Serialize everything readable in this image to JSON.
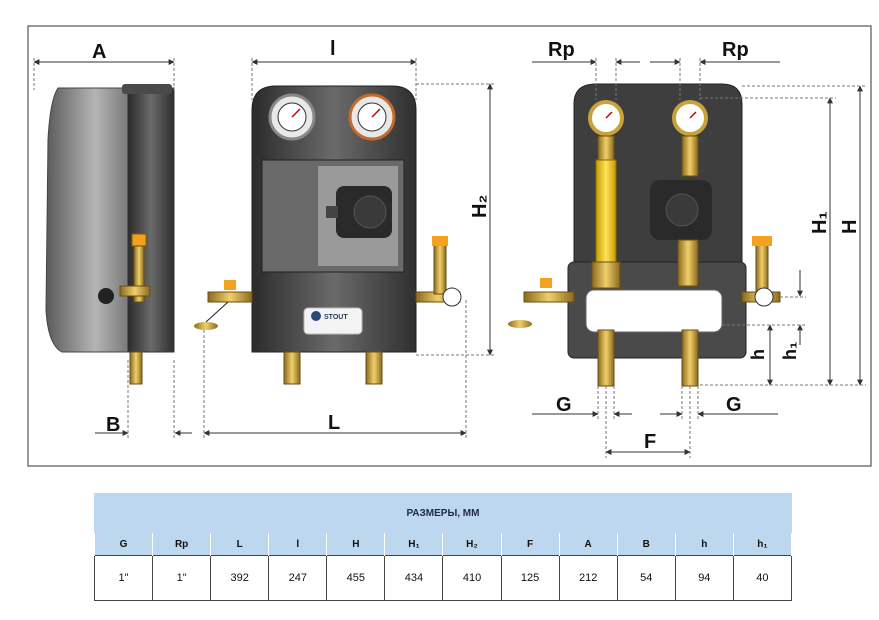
{
  "drawing": {
    "dimension_labels": {
      "A": "A",
      "l": "l",
      "Rp_left": "Rp",
      "Rp_right": "Rp",
      "H2": "H₂",
      "H1": "H₁",
      "H": "H",
      "h": "h",
      "h1": "h₁",
      "B": "B",
      "L": "L",
      "G_left": "G",
      "G_right": "G",
      "F": "F"
    },
    "brand_badge": "STOUT"
  },
  "table": {
    "caption": "РАЗМЕРЫ, ММ",
    "headers": [
      "G",
      "Rp",
      "L",
      "l",
      "H",
      "H₁",
      "H₂",
      "F",
      "A",
      "B",
      "h",
      "h₁"
    ],
    "values": [
      "1\"",
      "1\"",
      "392",
      "247",
      "455",
      "434",
      "410",
      "125",
      "212",
      "54",
      "94",
      "40"
    ]
  },
  "colors": {
    "frame": "#555555",
    "casing_dark": "#3a3a3a",
    "brass": "#c9a23a",
    "flow_yellow": "#f2c81e",
    "table_header": "#bdd7ee"
  }
}
